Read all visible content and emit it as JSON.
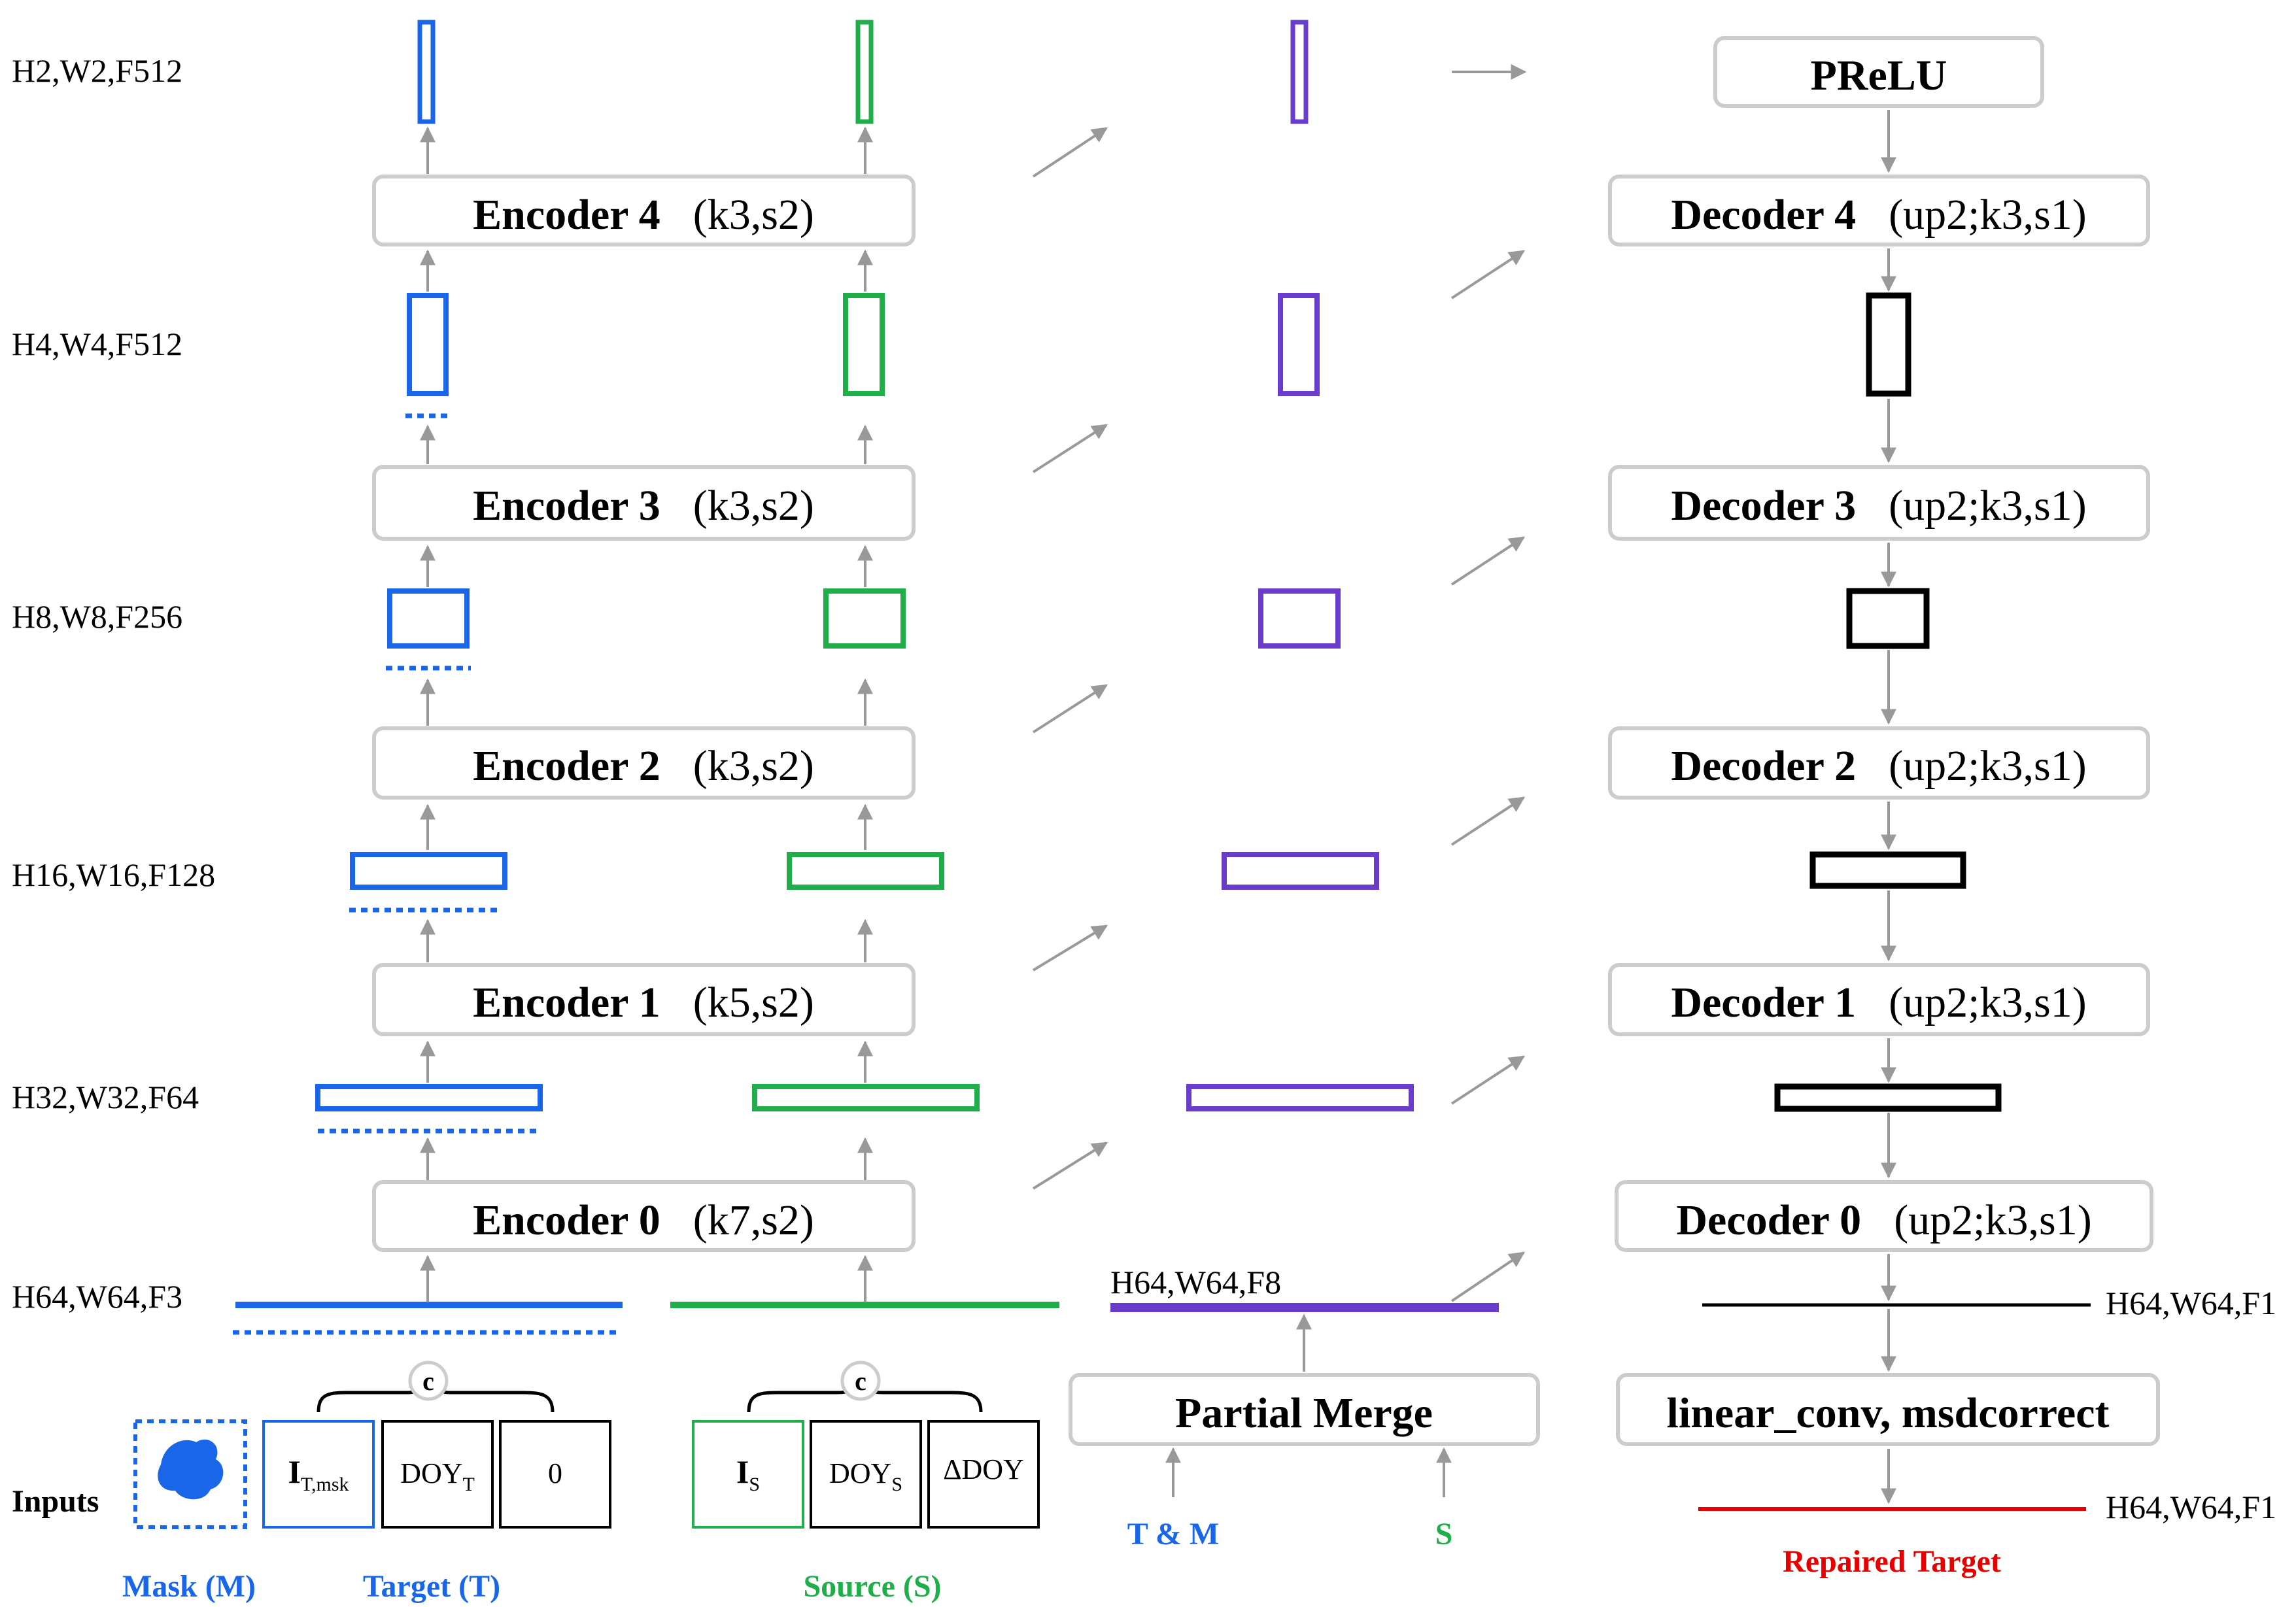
{
  "colors": {
    "blue": "#1a66e8",
    "green": "#1fae4a",
    "purple": "#6a3ccc",
    "black": "#000000",
    "red": "#e60000",
    "arrow": "#999999",
    "box_border": "#cccccc"
  },
  "dim_labels": {
    "h2": "H2,W2,F512",
    "h4": "H4,W4,F512",
    "h8": "H8,W8,F256",
    "h16": "H16,W16,F128",
    "h32": "H32,W32,F64",
    "h64": "H64,W64,F3",
    "merge": "H64,W64,F8",
    "dec_line": "H64,W64,F1",
    "out_line": "H64,W64,F1"
  },
  "encoders": [
    {
      "title": "Encoder 4",
      "param": "(k3,s2)"
    },
    {
      "title": "Encoder 3",
      "param": "(k3,s2)"
    },
    {
      "title": "Encoder 2",
      "param": "(k3,s2)"
    },
    {
      "title": "Encoder 1",
      "param": "(k5,s2)"
    },
    {
      "title": "Encoder 0",
      "param": "(k7,s2)"
    }
  ],
  "decoders": [
    {
      "title": "Decoder 4",
      "param": "(up2;k3,s1)"
    },
    {
      "title": "Decoder 3",
      "param": "(up2;k3,s1)"
    },
    {
      "title": "Decoder 2",
      "param": "(up2;k3,s1)"
    },
    {
      "title": "Decoder 1",
      "param": "(up2;k3,s1)"
    },
    {
      "title": "Decoder 0",
      "param": "(up2;k3,s1)"
    }
  ],
  "prelu": "PReLU",
  "partial_merge": "Partial Merge",
  "linear_conv": "linear_conv, msdcorrect",
  "inputs": {
    "label": "Inputs",
    "concat_symbol": "c",
    "target_cells": [
      {
        "main": "I",
        "sub": "T,msk"
      },
      {
        "main": "DOY",
        "sub": "T"
      },
      {
        "main": "0",
        "sub": ""
      }
    ],
    "source_cells": [
      {
        "main": "I",
        "sub": "S"
      },
      {
        "main": "DOY",
        "sub": "S"
      },
      {
        "main": "ΔDOY",
        "sub": ""
      }
    ],
    "mask_caption": "Mask (M)",
    "target_caption": "Target (T)",
    "source_caption": "Source (S)"
  },
  "merge_inputs": {
    "tm": "T & M",
    "s": "S"
  },
  "output_caption": "Repaired Target"
}
